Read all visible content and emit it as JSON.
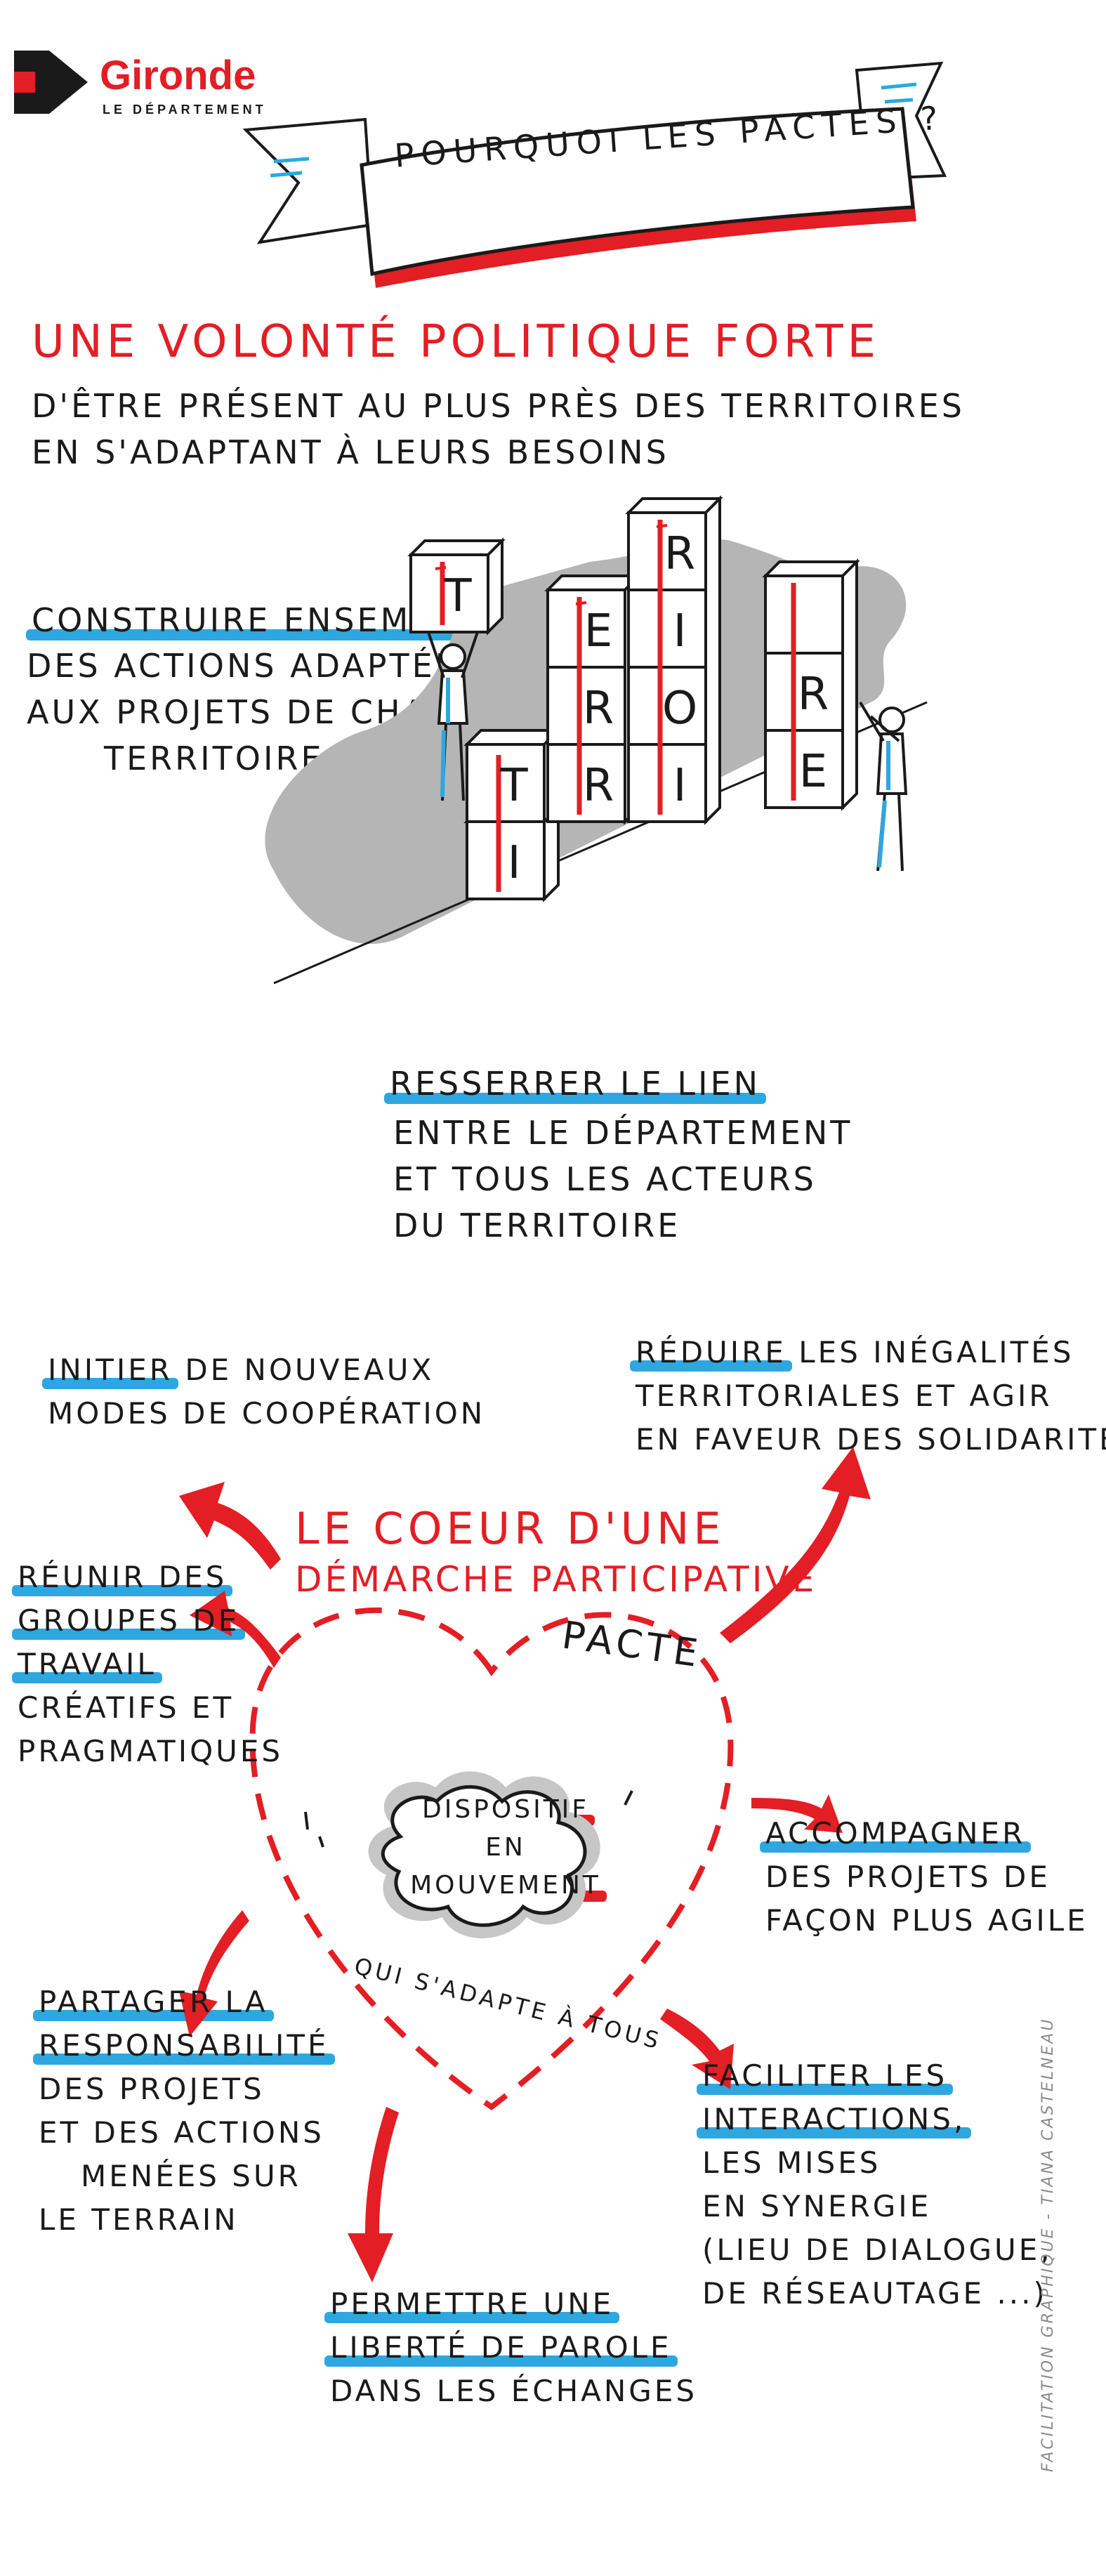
{
  "logo": {
    "name": "Gironde",
    "subtitle": "LE DÉPARTEMENT"
  },
  "title": "POURQUOI LES PACTES ?",
  "volonte": {
    "heading": "UNE VOLONTÉ POLITIQUE FORTE",
    "lines": [
      "D'ÊTRE PRÉSENT AU PLUS PRÈS DES TERRITOIRES",
      "EN S'ADAPTANT À LEURS BESOINS"
    ]
  },
  "construire": {
    "heading": "CONSTRUIRE ENSEMBLE",
    "lines": [
      "DES ACTIONS ADAPTÉES",
      "AUX PROJETS DE CHAQUE",
      "TERRITOIRE"
    ]
  },
  "blocks": [
    "T",
    "E",
    "R",
    "R",
    "I",
    "T",
    "O",
    "I",
    "R",
    "E"
  ],
  "resserrer": {
    "heading": "RESSERRER LE LIEN",
    "lines": [
      "ENTRE LE DÉPARTEMENT",
      "ET TOUS LES ACTEURS",
      "DU TERRITOIRE"
    ]
  },
  "coeur": {
    "line1": "LE COEUR D'UNE",
    "line2": "DÉMARCHE PARTICIPATIVE",
    "pacte": "PACTE"
  },
  "dispositif": {
    "l1": "DISPOSITIF",
    "l2": "EN",
    "l3": "MOUVEMENT",
    "caption": "QUI S'ADAPTE À TOUS"
  },
  "branches": {
    "initier": {
      "key": "INITIER",
      "rest": "DE NOUVEAUX",
      "lines": [
        "MODES DE COOPÉRATION"
      ]
    },
    "reduire": {
      "key": "RÉDUIRE",
      "rest": "LES INÉGALITÉS",
      "lines": [
        "TERRITORIALES ET AGIR",
        "EN FAVEUR DES SOLIDARITÉS"
      ]
    },
    "reunir": {
      "k1": "RÉUNIR DES",
      "k2": "GROUPES DE",
      "k3": "TRAVAIL",
      "lines": [
        "CRÉATIFS ET",
        "PRAGMATIQUES"
      ]
    },
    "accompagner": {
      "key": "ACCOMPAGNER",
      "lines": [
        "DES PROJETS DE",
        "FAÇON PLUS AGILE"
      ]
    },
    "partager": {
      "k1": "PARTAGER LA",
      "k2": "RESPONSABILITÉ",
      "lines": [
        "DES PROJETS",
        "ET DES ACTIONS",
        "MENÉES SUR",
        "LE TERRAIN"
      ]
    },
    "faciliter": {
      "k1": "FACILITER LES",
      "k2": "INTERACTIONS,",
      "lines": [
        "LES MISES",
        "EN SYNERGIE",
        "(LIEU DE DIALOGUE,",
        "DE RÉSEAUTAGE ...)"
      ]
    },
    "permettre": {
      "k1": "PERMETTRE UNE",
      "k2": "LIBERTÉ DE PAROLE",
      "lines": [
        "DANS LES ÉCHANGES"
      ]
    }
  },
  "credit": "FACILITATION GRAPHIQUE - TIANA CASTELNEAU",
  "colors": {
    "red": "#e31e24",
    "blue": "#2ea7e0",
    "grey": "#b5b5b5",
    "ink": "#1a1a1a"
  }
}
